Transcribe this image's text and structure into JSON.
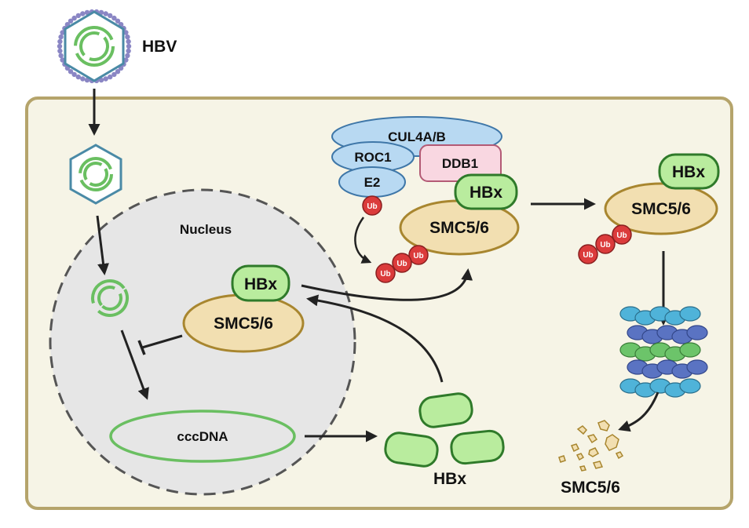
{
  "labels": {
    "virus": "HBV",
    "nucleus": "Nucleus",
    "cccdna": "cccDNA",
    "cul4": "CUL4A/B",
    "roc1": "ROC1",
    "ddb1": "DDB1",
    "e2": "E2",
    "ub": "Ub",
    "hbx": "HBx",
    "smc": "SMC5/6"
  },
  "colors": {
    "cell_border": "#b5a46b",
    "cell_fill": "#f6f4e6",
    "nucleus_fill": "#e6e6e6",
    "smc_fill": "#f2dfb1",
    "smc_stroke": "#a8862f",
    "hbx_fill": "#b9ec9e",
    "hbx_stroke": "#2f7a2a",
    "blue_fill": "#b8d9f2",
    "blue_stroke": "#3f77a8",
    "ddb1_fill": "#f9d7e1",
    "ddb1_stroke": "#b35a75",
    "ub_fill": "#db3b3b",
    "dna_green": "#6abf61",
    "capsid_stroke": "#4a8aa6",
    "envelope_bead": "#8a86c4",
    "arrow": "#222222"
  }
}
